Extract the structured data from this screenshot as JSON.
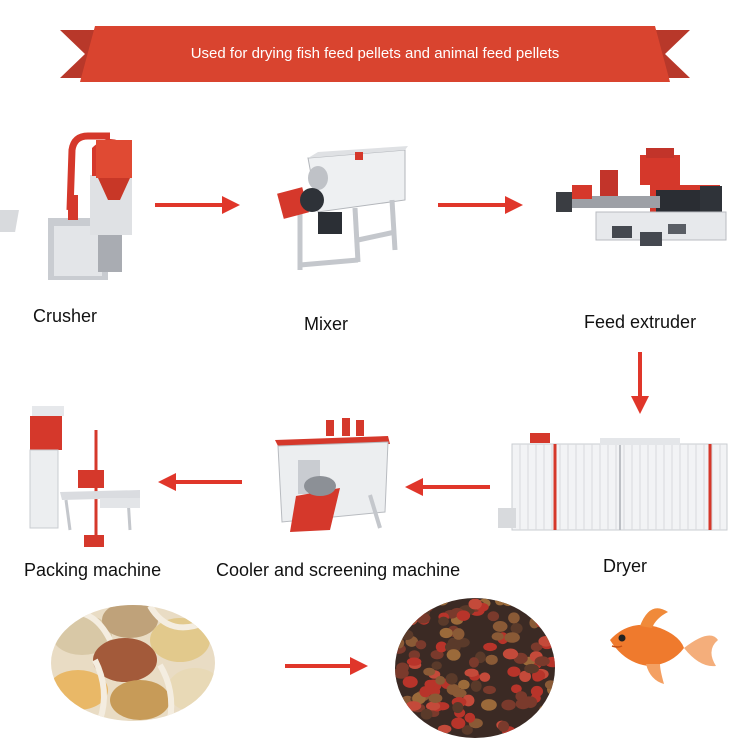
{
  "banner": {
    "text": "Used for drying fish feed pellets and animal feed pellets",
    "color": "#d9442f"
  },
  "machines": [
    {
      "label": "Crusher",
      "icon": "crusher-icon"
    },
    {
      "label": "Mixer",
      "icon": "mixer-icon"
    },
    {
      "label": "Feed extruder",
      "icon": "feed-extruder-icon"
    },
    {
      "label": "Dryer",
      "icon": "dryer-icon"
    },
    {
      "label": "Cooler and screening machine",
      "icon": "cooler-screening-icon"
    },
    {
      "label": "Packing machine",
      "icon": "packing-machine-icon"
    }
  ],
  "products": [
    {
      "icon": "raw-grains-sacks-icon"
    },
    {
      "icon": "feed-pellets-icon"
    },
    {
      "icon": "goldfish-icon"
    }
  ],
  "colors": {
    "arrow": "#e0362a",
    "accent_red": "#c62f24",
    "machine_gray": "#b9bcc2"
  }
}
